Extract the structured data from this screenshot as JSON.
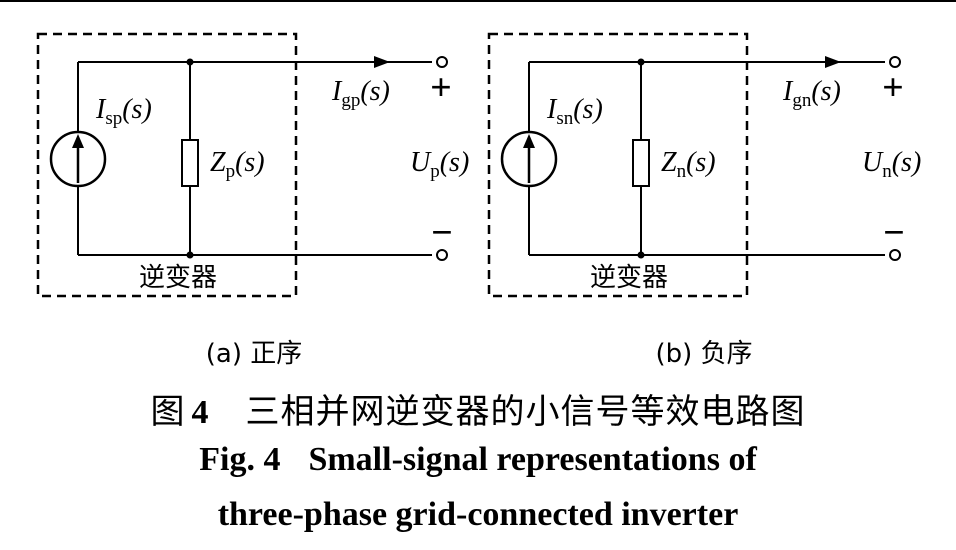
{
  "panels": [
    {
      "id": "a",
      "source_label": {
        "var": "I",
        "sub": "sp",
        "arg": "(s)"
      },
      "impedance_label": {
        "var": "Z",
        "sub": "p",
        "arg": "(s)"
      },
      "current_label": {
        "var": "I",
        "sub": "gp",
        "arg": "(s)"
      },
      "voltage_label": {
        "var": "U",
        "sub": "p",
        "arg": "(s)"
      },
      "plus_sign": "+",
      "minus_sign": "−",
      "box_label": "逆变器",
      "sub_caption": "(a)  正序"
    },
    {
      "id": "b",
      "source_label": {
        "var": "I",
        "sub": "sn",
        "arg": "(s)"
      },
      "impedance_label": {
        "var": "Z",
        "sub": "n",
        "arg": "(s)"
      },
      "current_label": {
        "var": "I",
        "sub": "gn",
        "arg": "(s)"
      },
      "voltage_label": {
        "var": "U",
        "sub": "n",
        "arg": "(s)"
      },
      "plus_sign": "+",
      "minus_sign": "−",
      "box_label": "逆变器",
      "sub_caption": "(b)  负序"
    }
  ],
  "caption": {
    "cn_prefix": "图",
    "cn_number": "4",
    "cn_title": "三相并网逆变器的小信号等效电路图",
    "en_prefix": "Fig. 4",
    "en_line1": "Small-signal representations of",
    "en_line2": "three-phase grid-connected inverter"
  }
}
